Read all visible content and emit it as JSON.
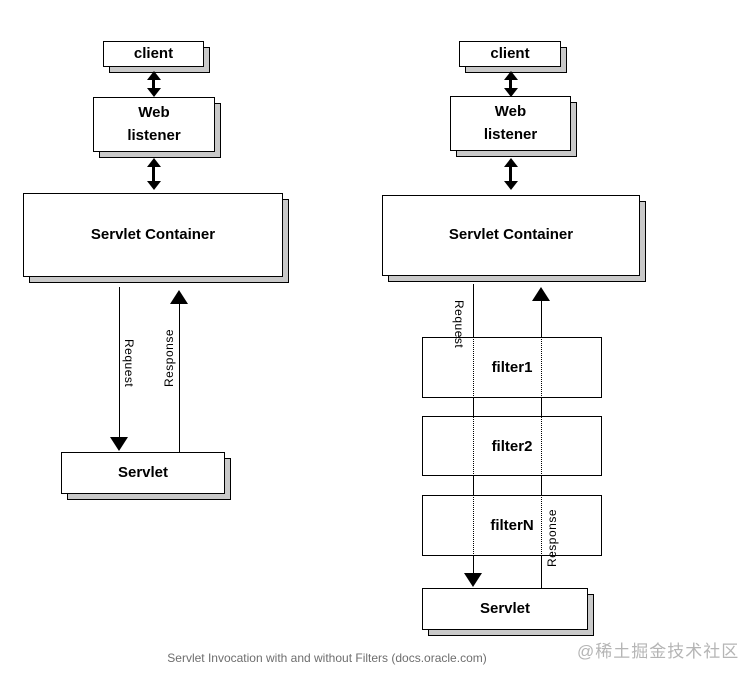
{
  "page": {
    "caption": "Servlet Invocation with and without Filters (docs.oracle.com)",
    "watermark": "@稀土掘金技术社区"
  },
  "left": {
    "client": "client",
    "web_listener": {
      "line1": "Web",
      "line2": "listener"
    },
    "container": "Servlet Container",
    "request": "Request",
    "response": "Response",
    "servlet": "Servlet"
  },
  "right": {
    "client": "client",
    "web_listener": {
      "line1": "Web",
      "line2": "listener"
    },
    "container": "Servlet Container",
    "request": "Request",
    "response": "Response",
    "filters": [
      "filter1",
      "filter2",
      "filterN"
    ],
    "servlet": "Servlet"
  },
  "colors": {
    "line": "#000000",
    "box_shadow": "#c9c9c9",
    "caption": "#6e6e6e",
    "watermark": "#b5b5b5"
  }
}
